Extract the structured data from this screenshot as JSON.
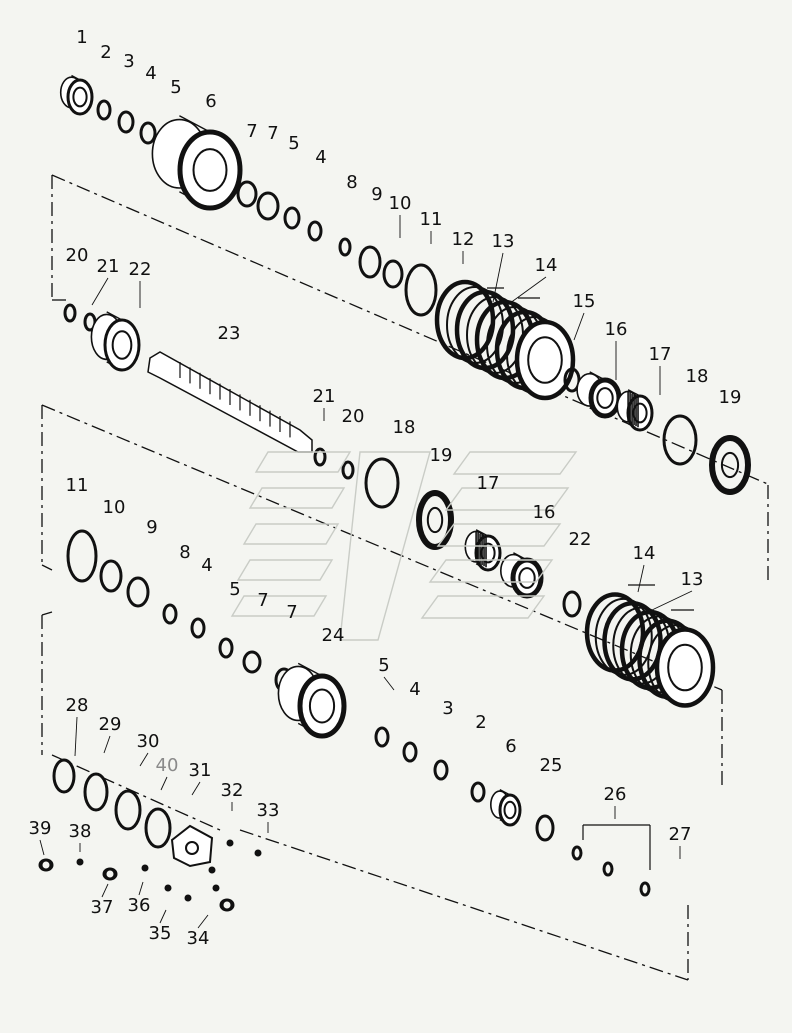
{
  "diagram": {
    "colors": {
      "ink": "#111111",
      "paper": "#f4f5f1",
      "watermark": "#c9ccc6",
      "faint_label": "#8a8a8a"
    },
    "callouts": [
      "1",
      "2",
      "3",
      "4",
      "5",
      "6",
      "7",
      "7",
      "5",
      "4",
      "8",
      "9",
      "10",
      "11",
      "12",
      "13",
      "14",
      "15",
      "16",
      "17",
      "18",
      "19",
      "20",
      "21",
      "22",
      "23",
      "21",
      "20",
      "18",
      "19",
      "17",
      "16",
      "22",
      "14",
      "13",
      "11",
      "10",
      "9",
      "8",
      "4",
      "5",
      "7",
      "7",
      "24",
      "5",
      "4",
      "3",
      "2",
      "6",
      "25",
      "26",
      "27",
      "28",
      "29",
      "30",
      "40",
      "31",
      "32",
      "33",
      "39",
      "38",
      "37",
      "36",
      "35",
      "34"
    ]
  }
}
